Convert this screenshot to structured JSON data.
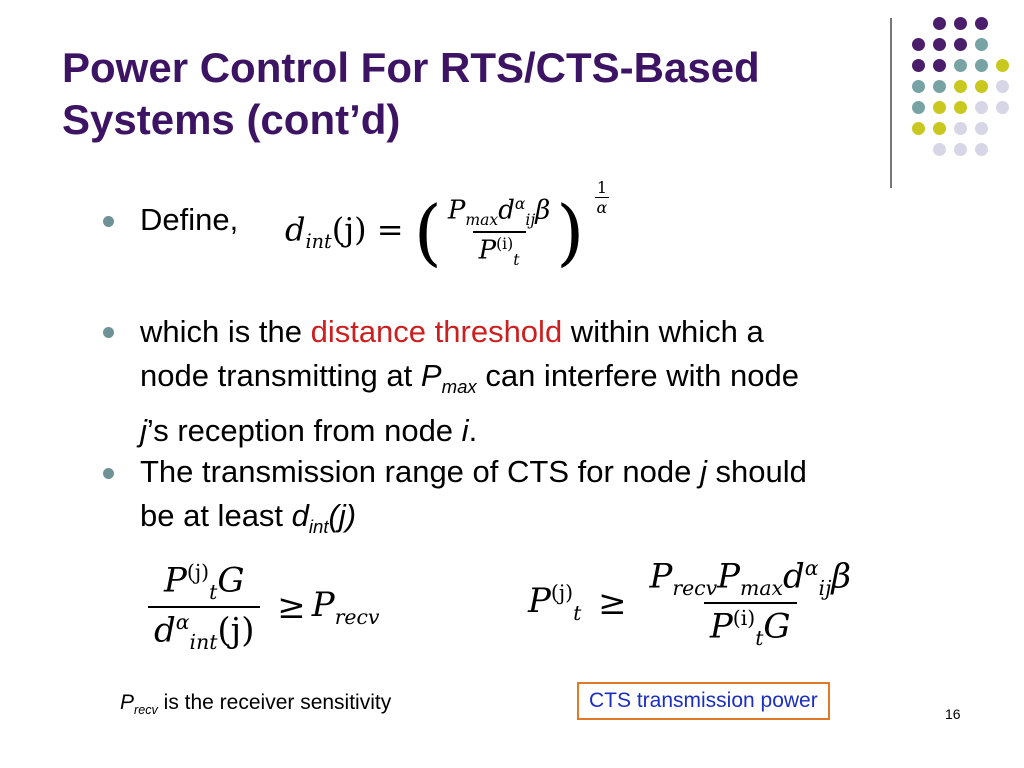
{
  "slide": {
    "title_line1": "Power Control For RTS/CTS-Based",
    "title_line2": "Systems (cont’d)",
    "page_number": "16"
  },
  "decor": {
    "dot_colors": [
      "#4a1e6b",
      "#78a3a5",
      "#c8c81e",
      "#d6d6e6"
    ]
  },
  "bullets": [
    {
      "text": "Define,"
    },
    {
      "text_before": "which is the ",
      "highlight": "distance threshold",
      "text_after": " within which a",
      "line2_before": "node transmitting at ",
      "var_P": "P",
      "var_P_sub": "max",
      "line2_after": " can interfere with node",
      "line3_var": "j",
      "line3_mid": "’s reception from node ",
      "line3_var2": "i",
      "line3_end": "."
    },
    {
      "line1_before": "The transmission range of CTS for node ",
      "line1_var": "j",
      "line1_after": " should",
      "line2_before": "be at least ",
      "var_d": "d",
      "var_d_sub": "int",
      "var_d_arg": "(j)"
    }
  ],
  "equations": {
    "define": {
      "lhs": "d",
      "lhs_sub": "int",
      "lhs_arg": "(j) =",
      "num": "P",
      "num_sub": "max",
      "num_d": "d",
      "num_d_sup": "α",
      "num_d_sub": "ij",
      "num_beta": "β",
      "den": "P",
      "den_sup": "(i)",
      "den_sub": "t",
      "exp_num": "1",
      "exp_den": "α"
    },
    "left": {
      "num_P": "P",
      "num_sup": "(j)",
      "num_sub": "t",
      "num_G": "G",
      "den_d": "d",
      "den_sup": "α",
      "den_sub": "int",
      "den_arg": "(j)",
      "rel": "≥",
      "rhs": "P",
      "rhs_sub": "recv"
    },
    "right": {
      "lhs": "P",
      "lhs_sup": "(j)",
      "lhs_sub": "t",
      "rel": "≥",
      "num_P1": "P",
      "num_P1_sub": "recv",
      "num_P2": "P",
      "num_P2_sub": "max",
      "num_d": "d",
      "num_d_sup": "α",
      "num_d_sub": "ij",
      "num_beta": "β",
      "den_P": "P",
      "den_sup": "(i)",
      "den_sub": "t",
      "den_G": "G"
    }
  },
  "footnote": {
    "var": "P",
    "var_sub": "recv",
    "text": " is the receiver sensitivity"
  },
  "callout": {
    "text": "CTS transmission power"
  }
}
